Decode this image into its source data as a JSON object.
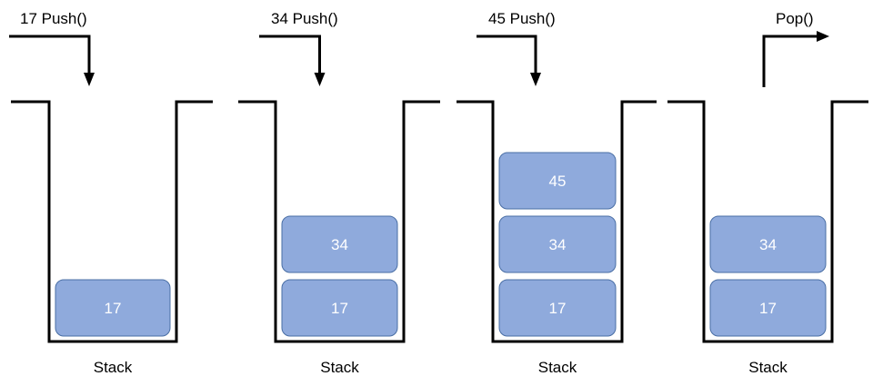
{
  "colors": {
    "block_fill": "#8faadc",
    "block_stroke": "#4a6fa5",
    "block_text": "#ffffff",
    "line": "#000000"
  },
  "panels": [
    {
      "operation": {
        "label": "17 Push()",
        "direction": "push"
      },
      "items": [
        "17"
      ],
      "label": "Stack"
    },
    {
      "operation": {
        "label": "34 Push()",
        "direction": "push"
      },
      "items": [
        "17",
        "34"
      ],
      "label": "Stack"
    },
    {
      "operation": {
        "label": "45 Push()",
        "direction": "push"
      },
      "items": [
        "17",
        "34",
        "45"
      ],
      "label": "Stack"
    },
    {
      "operation": {
        "label": "Pop()",
        "direction": "pop"
      },
      "items": [
        "17",
        "34"
      ],
      "label": "Stack"
    }
  ]
}
